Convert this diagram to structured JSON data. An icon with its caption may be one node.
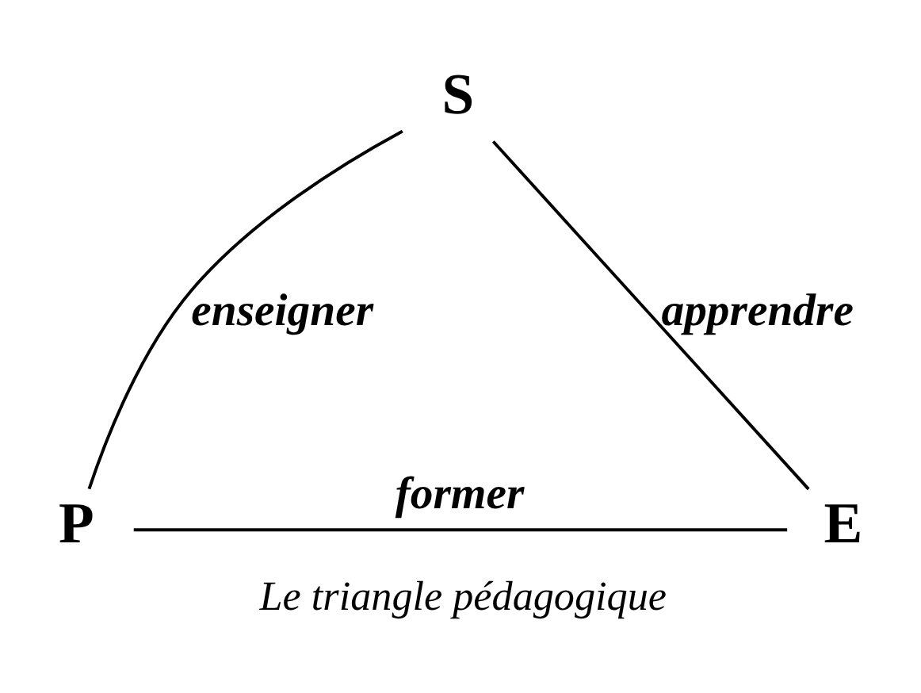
{
  "diagram": {
    "caption": "Le triangle pédagogique",
    "nodes": [
      {
        "text": [
          "S"
        ]
      },
      {
        "text": [
          "P"
        ]
      },
      {
        "text": [
          "E"
        ]
      }
    ],
    "edges": [
      {
        "from": 0,
        "to": 1,
        "arrow": "none",
        "label": "enseigner"
      },
      {
        "from": 0,
        "to": 2,
        "arrow": "none",
        "label": "apprendre"
      },
      {
        "from": 1,
        "to": 2,
        "arrow": "none",
        "label": "former"
      }
    ]
  }
}
